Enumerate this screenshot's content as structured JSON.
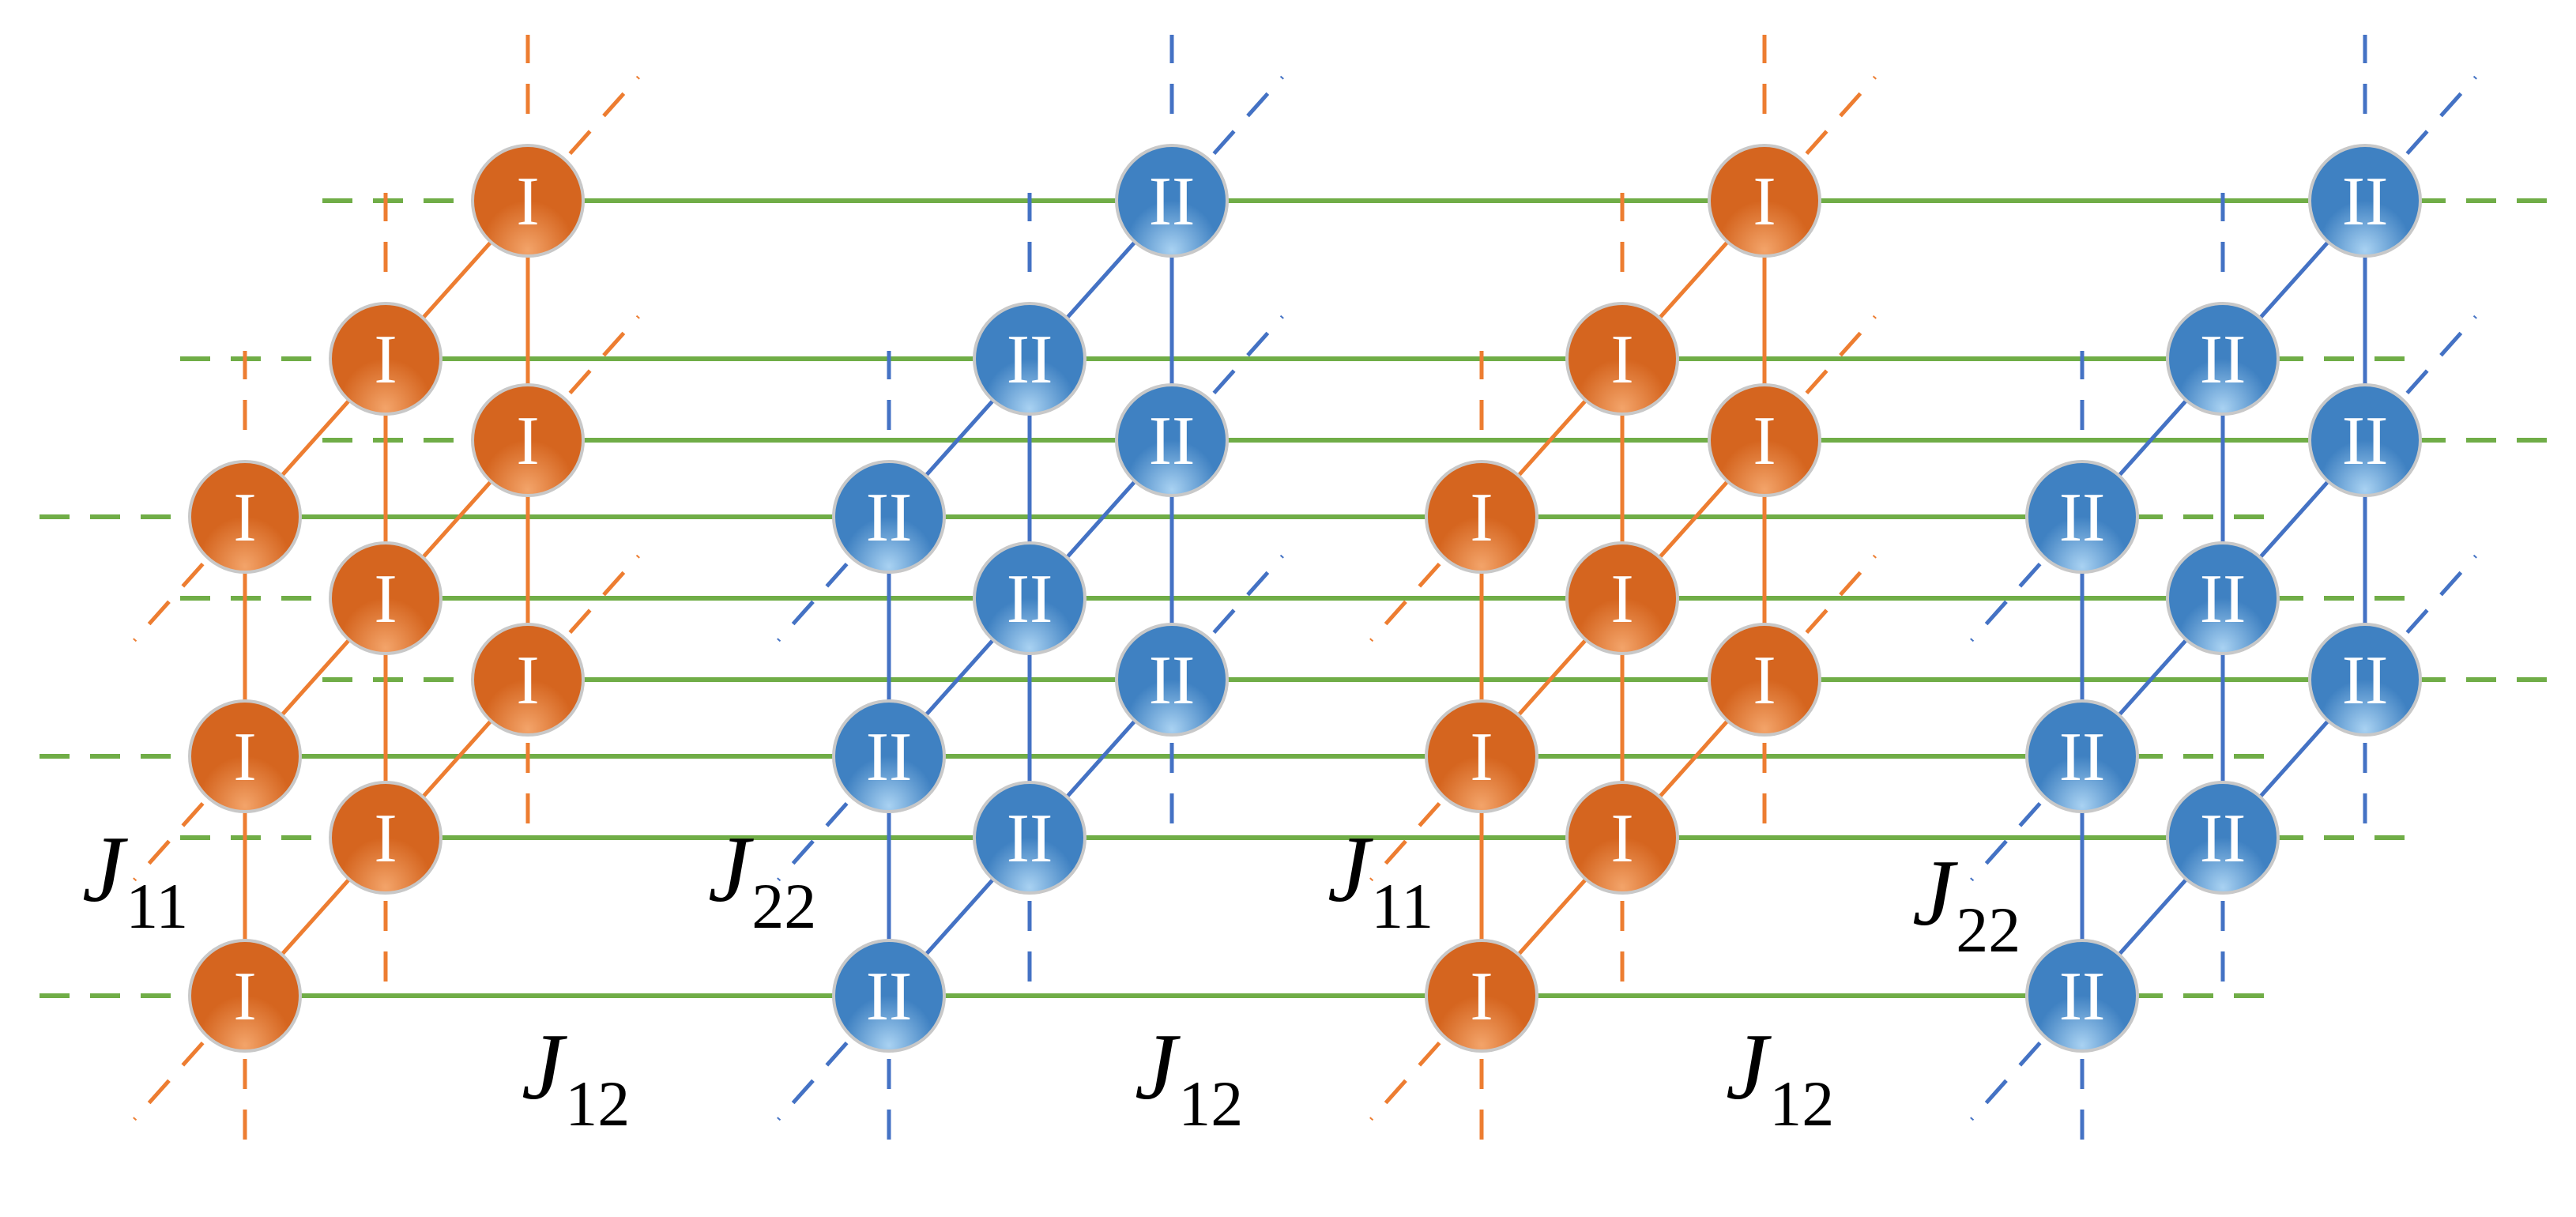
{
  "colors": {
    "background": "#ffffff",
    "horizontal_bond": "#70ad47",
    "lattice_I": "#ed7d31",
    "lattice_II": "#4472c4",
    "node_I_fill": "#d5651f",
    "node_I_highlight": "#f3a46a",
    "node_II_fill": "#3f81c2",
    "node_II_highlight": "#a9d2f2",
    "node_rim": "#c8c8c8",
    "node_text": "#ffffff",
    "label_text": "#000000"
  },
  "node_labels": {
    "type_I": "I",
    "type_II": "II"
  },
  "blocks": [
    {
      "type": "I"
    },
    {
      "type": "II"
    },
    {
      "type": "I"
    },
    {
      "type": "II"
    }
  ],
  "coupling_labels": [
    {
      "id": "j11-a",
      "symbol": "J",
      "subscript": "11"
    },
    {
      "id": "j22-a",
      "symbol": "J",
      "subscript": "22"
    },
    {
      "id": "j11-b",
      "symbol": "J",
      "subscript": "11"
    },
    {
      "id": "j22-b",
      "symbol": "J",
      "subscript": "22"
    },
    {
      "id": "j12-a",
      "symbol": "J",
      "subscript": "12"
    },
    {
      "id": "j12-b",
      "symbol": "J",
      "subscript": "12"
    },
    {
      "id": "j12-c",
      "symbol": "J",
      "subscript": "12"
    }
  ]
}
